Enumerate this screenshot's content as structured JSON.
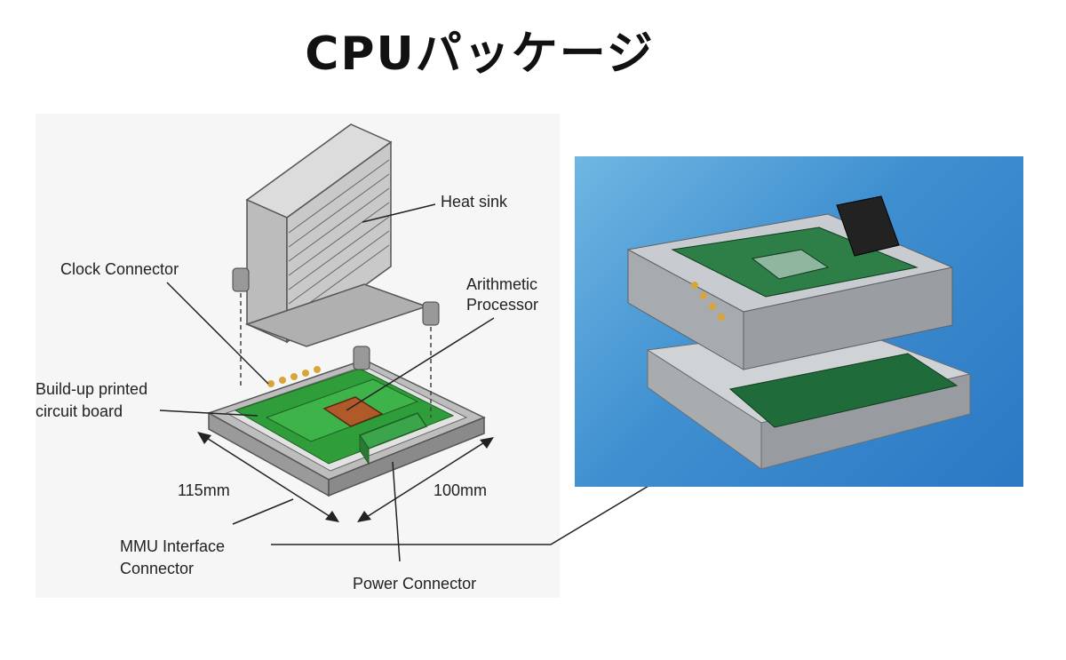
{
  "title": "CPUパッケージ",
  "labels": {
    "heat_sink": "Heat sink",
    "clock_connector": "Clock Connector",
    "arithmetic_processor_line1": "Arithmetic",
    "arithmetic_processor_line2": "Processor",
    "buildup_pcb_line1": "Build-up printed",
    "buildup_pcb_line2": "circuit board",
    "dim_115": "115mm",
    "dim_100": "100mm",
    "mmu_line1": "MMU Interface",
    "mmu_line2": "Connector",
    "power_connector": "Power Connector"
  },
  "colors": {
    "pcb_green": "#2f9e3a",
    "chip_brown": "#b05a2a",
    "metal_gray": "#c8c8c8",
    "photo_blue": "#3f8fd0",
    "gold": "#d8a53a"
  }
}
